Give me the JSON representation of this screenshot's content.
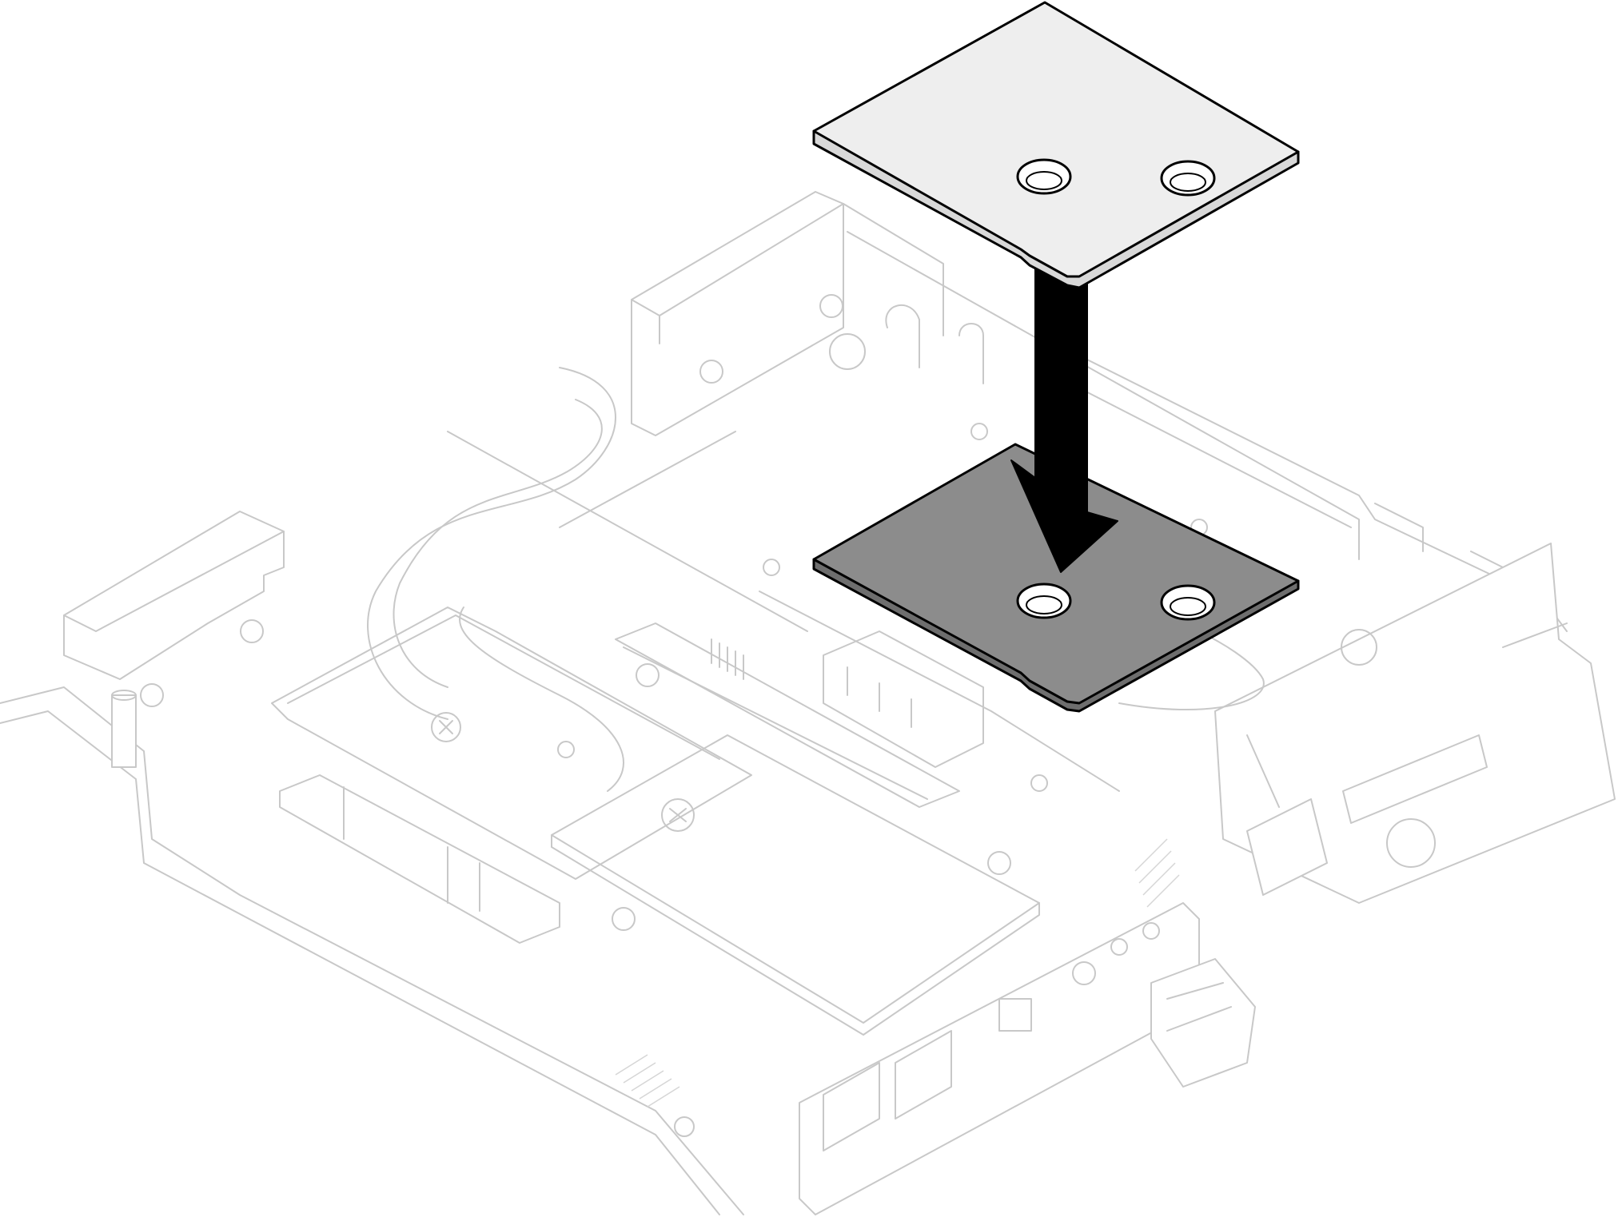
{
  "figure": {
    "kind": "installation-step",
    "description_visible_text": "",
    "parts": {
      "background_assembly": "system-board-tray",
      "moving_part": "thermal-pad",
      "target_location": "thermal-pad-installed",
      "direction": "down"
    },
    "colors": {
      "outline_primary": "#000000",
      "outline_ghost": "#c8c8c8",
      "pad_new": "#eeeeee",
      "pad_installed": "#8c8c8c",
      "arrow": "#000000",
      "background": "#ffffff"
    },
    "icons": {
      "arrow": "down-arrow-icon",
      "screws": "screw-icon"
    }
  }
}
